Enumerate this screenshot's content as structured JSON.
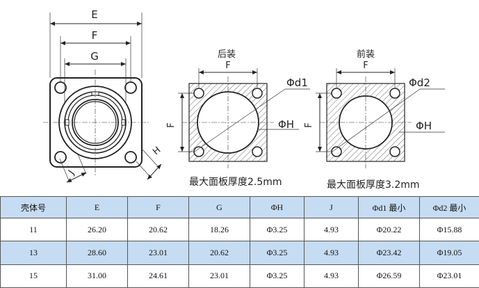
{
  "drawing": {
    "label_E": "E",
    "label_F": "F",
    "label_G": "G",
    "label_J": "J",
    "label_H": "H",
    "rear_title": "后装",
    "front_title": "前装",
    "rear_d": "Φd1",
    "front_d": "Φd2",
    "rear_H": "ΦH",
    "front_H": "ΦH",
    "rear_F": "F",
    "rear_F_side": "F",
    "front_F": "F",
    "front_F_side": "F",
    "rear_note": "最大面板厚度2.5mm",
    "front_note": "最大面板厚度3.2mm"
  },
  "table": {
    "headers": [
      "壳体号",
      "E",
      "F",
      "G",
      "ΦH",
      "J",
      "Φd1 最小",
      "Φd2 最小"
    ],
    "rows": [
      [
        "11",
        "26.20",
        "20.62",
        "18.26",
        "Φ3.25",
        "4.93",
        "Φ20.22",
        "Φ15.88"
      ],
      [
        "13",
        "28.60",
        "23.01",
        "20.62",
        "Φ3.25",
        "4.93",
        "Φ23.42",
        "Φ19.05"
      ],
      [
        "15",
        "31.00",
        "24.61",
        "23.01",
        "Φ3.25",
        "4.93",
        "Φ26.59",
        "Φ23.01"
      ]
    ]
  }
}
